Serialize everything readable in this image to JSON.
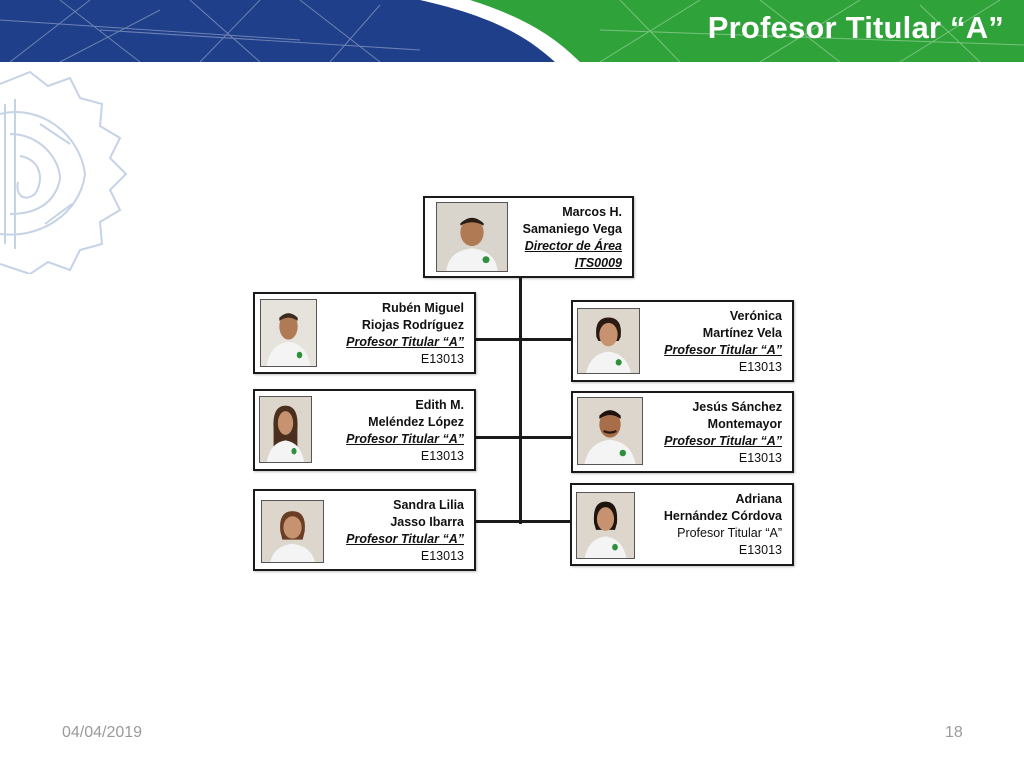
{
  "slide": {
    "title": "Profesor Titular  “A”",
    "date": "04/04/2019",
    "page": "18"
  },
  "colors": {
    "banner_blue": "#1f3f8a",
    "banner_green": "#2fa33a",
    "card_border": "#1a1a1a"
  },
  "org": {
    "director": {
      "name_line1": "Marcos H.",
      "name_line2": "Samaniego Vega",
      "role": "Director de Área",
      "code": "ITS0009"
    },
    "left": [
      {
        "name_line1": "Rubén Miguel",
        "name_line2": "Riojas Rodríguez",
        "role": "Profesor Titular “A”",
        "code": "E13013"
      },
      {
        "name_line1": "Edith M.",
        "name_line2": "Meléndez López",
        "role": "Profesor Titular “A”",
        "code": "E13013"
      },
      {
        "name_line1": "Sandra Lilia",
        "name_line2": "Jasso Ibarra",
        "role": "Profesor Titular “A”",
        "code": "E13013"
      }
    ],
    "right": [
      {
        "name_line1": "Verónica",
        "name_line2": "Martínez Vela",
        "role": "Profesor Titular “A”",
        "code": "E13013"
      },
      {
        "name_line1": "Jesús Sánchez",
        "name_line2": "Montemayor",
        "role": "Profesor Titular “A”",
        "code": "E13013"
      },
      {
        "name_line1": "Adriana",
        "name_line2": "Hernández Córdova",
        "role": "Profesor Titular “A”",
        "code": "E13013"
      }
    ]
  }
}
